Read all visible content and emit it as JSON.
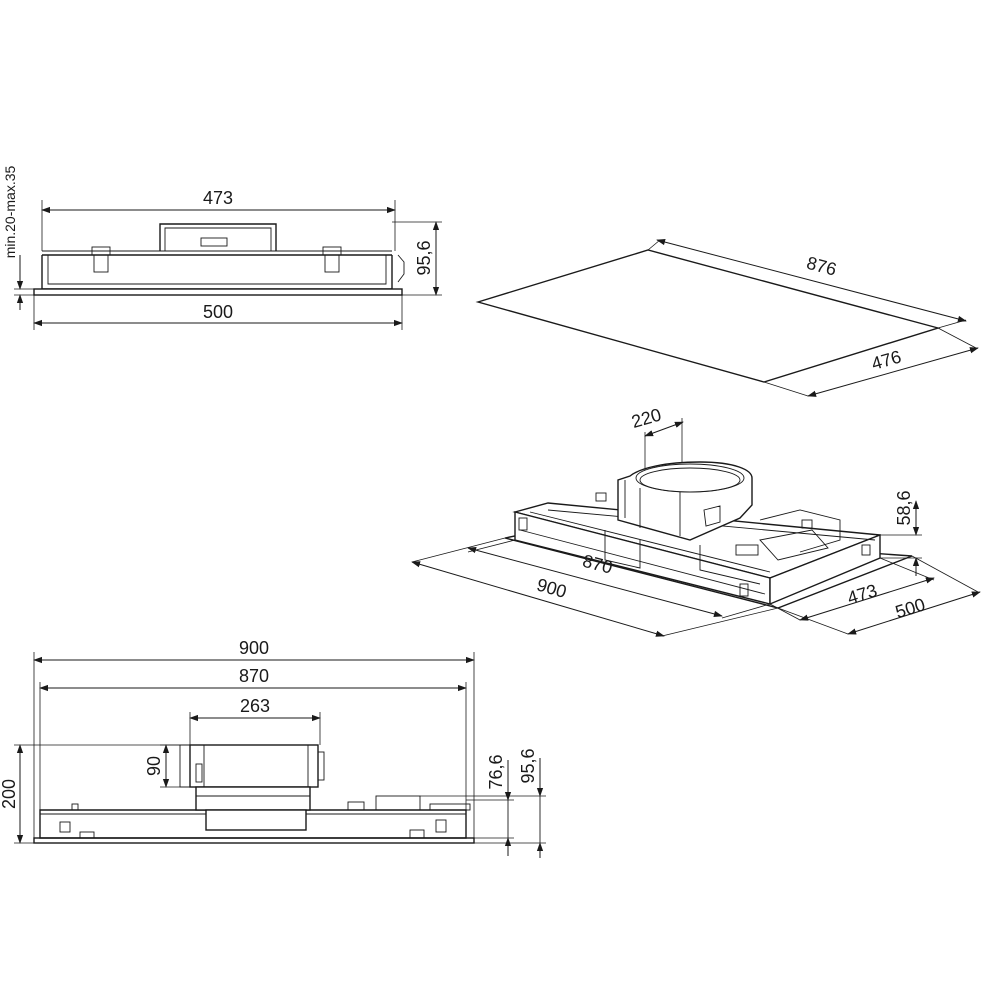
{
  "top_view": {
    "width_top": "473",
    "width_bottom": "500",
    "height": "95,6",
    "thickness_range": "min.20-max.35"
  },
  "glass_panel": {
    "length": "876",
    "depth": "476"
  },
  "iso_view": {
    "duct_diameter": "220",
    "body_height": "58,6",
    "inner_length": "870",
    "outer_length": "900",
    "inner_depth": "473",
    "outer_depth": "500"
  },
  "side_view": {
    "outer_length": "900",
    "inner_length": "870",
    "motor_width": "263",
    "motor_height": "90",
    "overall_height": "200",
    "body_height_inner": "76,6",
    "body_height_outer": "95,6"
  }
}
